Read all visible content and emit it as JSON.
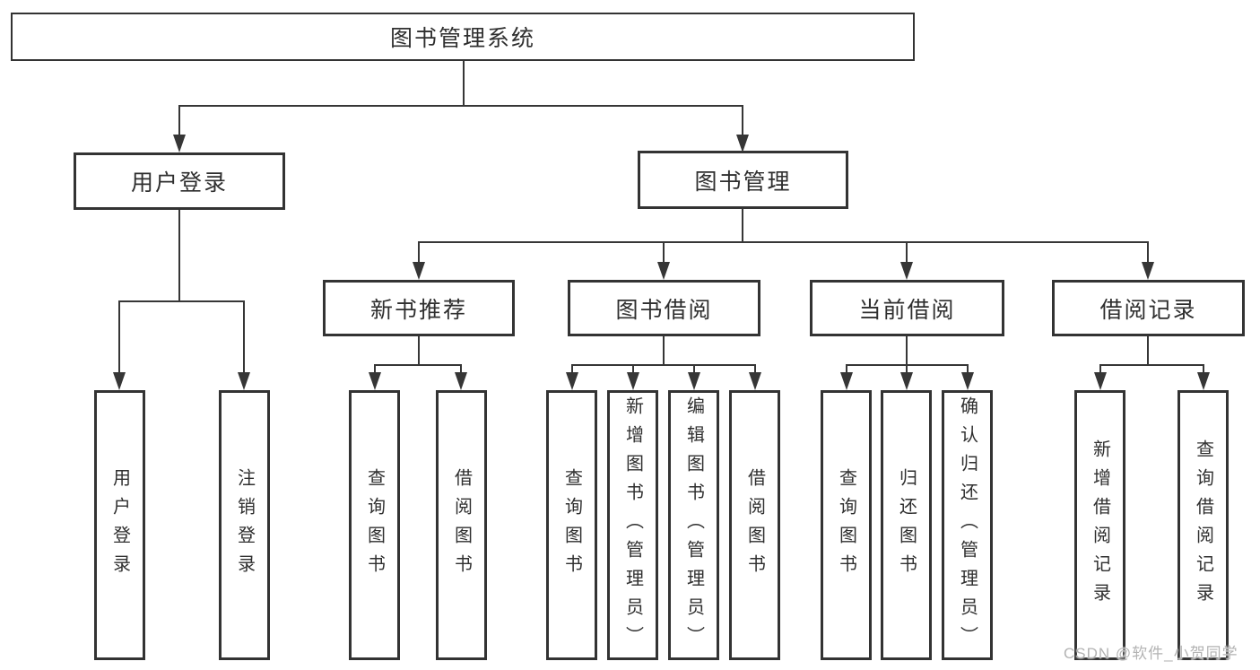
{
  "tree": {
    "root": {
      "label": "图书管理系统"
    },
    "branches": [
      {
        "label": "用户登录",
        "children": [
          {
            "label": "用户登录"
          },
          {
            "label": "注销登录"
          }
        ]
      },
      {
        "label": "图书管理",
        "groups": [
          {
            "label": "新书推荐",
            "children": [
              {
                "label": "查询图书"
              },
              {
                "label": "借阅图书"
              }
            ]
          },
          {
            "label": "图书借阅",
            "children": [
              {
                "label": "查询图书"
              },
              {
                "label": "新增图书（管理员）"
              },
              {
                "label": "编辑图书（管理员）"
              },
              {
                "label": "借阅图书"
              }
            ]
          },
          {
            "label": "当前借阅",
            "children": [
              {
                "label": "查询图书"
              },
              {
                "label": "归还图书"
              },
              {
                "label": "确认归还（管理员）"
              }
            ]
          },
          {
            "label": "借阅记录",
            "children": [
              {
                "label": "新增借阅记录"
              },
              {
                "label": "查询借阅记录"
              }
            ]
          }
        ]
      }
    ]
  },
  "watermark": {
    "text": "CSDN @软件_小贺同学"
  },
  "colors": {
    "line": "#363636",
    "box_border": "#333333",
    "text": "#2f2f2f",
    "watermark": "#b3b3b3",
    "background": "#ffffff"
  }
}
